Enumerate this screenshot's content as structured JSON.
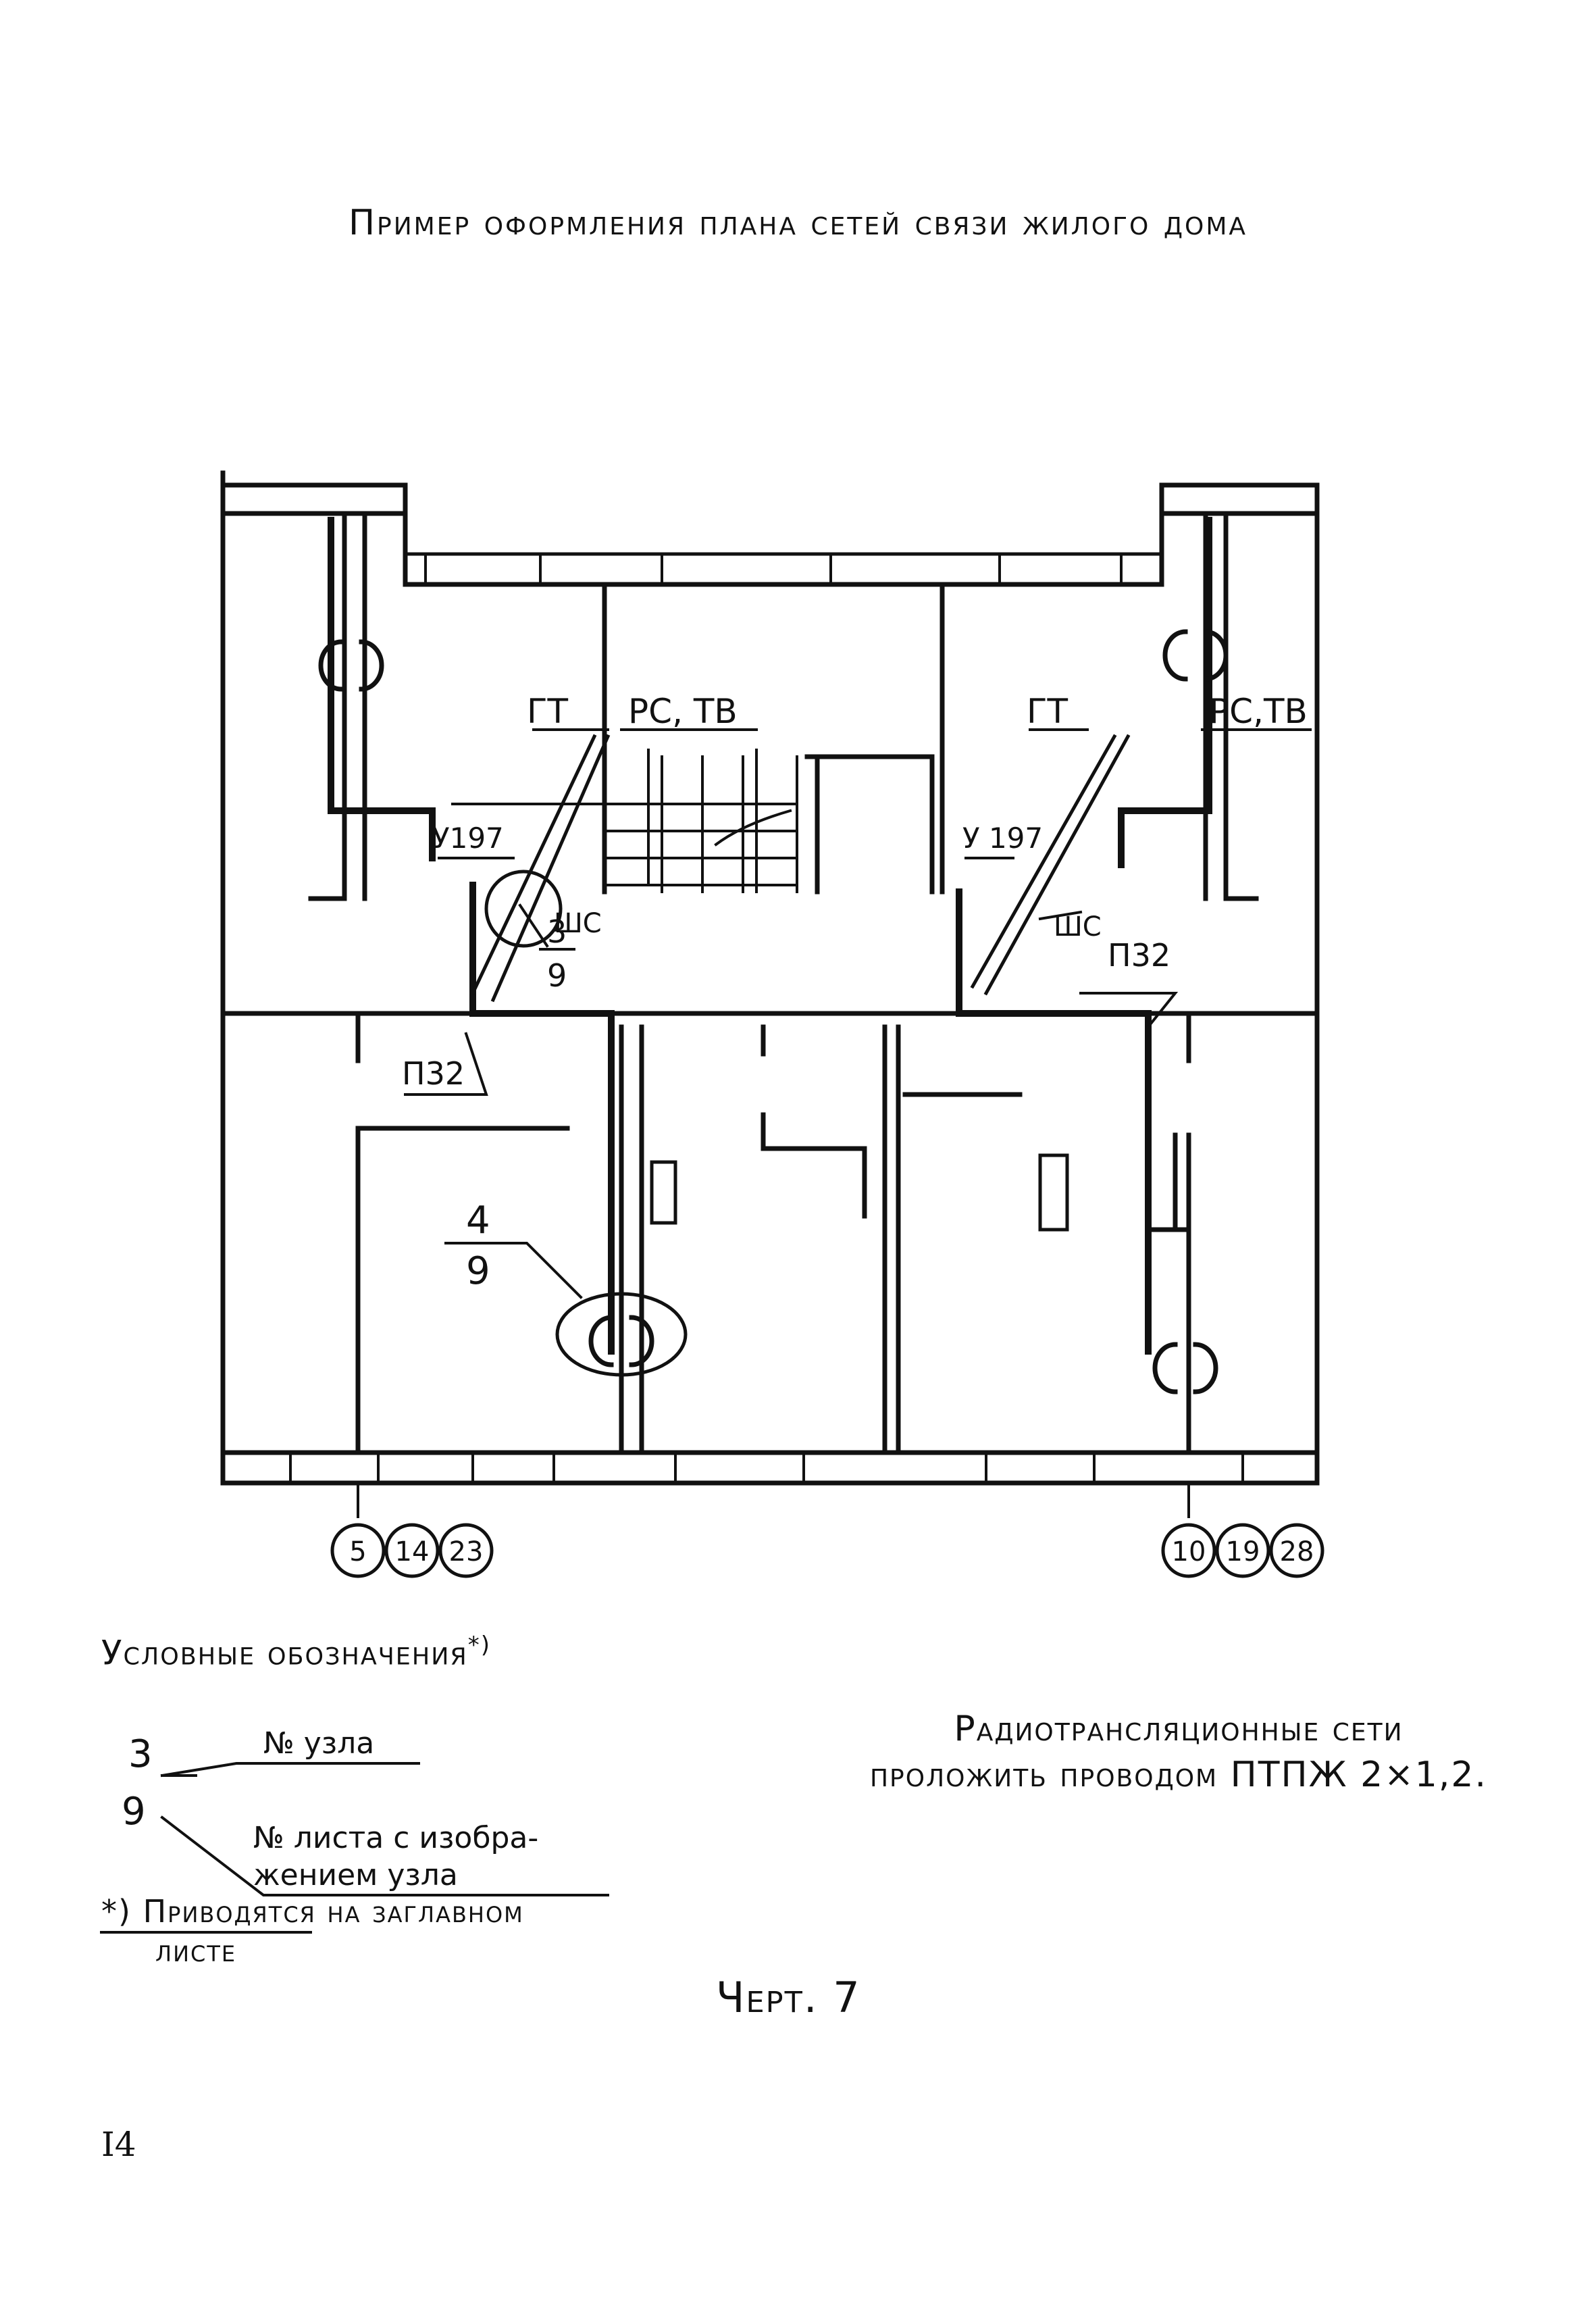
{
  "page_title": "Пример оформления плана сетей связи жилого дома",
  "plan": {
    "labels_left": {
      "gt": "ГТ",
      "rs_tv": "РС, ТВ",
      "u197": "У197",
      "shs": "ШС",
      "p32": "П32"
    },
    "labels_right": {
      "gt": "ГТ",
      "rs_tv": "РС,ТВ",
      "u197": "У 197",
      "shs": "ШС",
      "p32": "П32"
    },
    "node_ref_a": {
      "num": "3",
      "sheet": "9"
    },
    "node_ref_b": {
      "num": "4",
      "sheet": "9"
    },
    "axes_left": [
      "5",
      "14",
      "23"
    ],
    "axes_right": [
      "10",
      "19",
      "28"
    ]
  },
  "legend": {
    "title": "Условные обозначения",
    "title_mark": "*)",
    "example_num": "3",
    "example_sheet": "9",
    "node_no_label": "№ узла",
    "sheet_no_label_line1": "№ листа с изобра-",
    "sheet_no_label_line2": "жением узла"
  },
  "footnote": {
    "mark": "*)",
    "line1": "Приводятся на заглавном",
    "line2": "листе"
  },
  "note": {
    "line1": "Радиотрансляционные сети",
    "line2": "проложить проводом ПТПЖ 2×1,2."
  },
  "drawing_no": "Черт. 7",
  "page_number": "I4"
}
